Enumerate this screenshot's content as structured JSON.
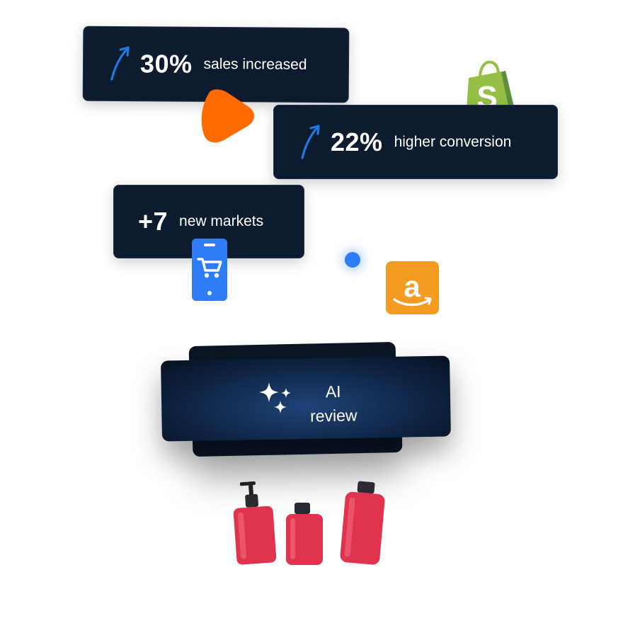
{
  "stats": [
    {
      "value": "30%",
      "label": "sales increased",
      "trend_icon": "trend-up-arrow-icon"
    },
    {
      "value": "22%",
      "label": "higher conversion",
      "trend_icon": "trend-up-arrow-icon"
    },
    {
      "value": "+7",
      "label": "new markets"
    }
  ],
  "ai_review": {
    "line1": "AI",
    "line2": "review",
    "icon": "sparkles-icon"
  },
  "logos": [
    "orange-play-shape-icon",
    "shopify-bag-icon",
    "mobile-cart-icon",
    "amazon-icon"
  ],
  "colors": {
    "card_bg": "#0d1b2e",
    "accent_blue": "#2f7df6",
    "orange": "#ff6a00",
    "shopify_green": "#95bf47",
    "amazon_orange": "#f59b1f",
    "bottle_red": "#e0344e"
  }
}
